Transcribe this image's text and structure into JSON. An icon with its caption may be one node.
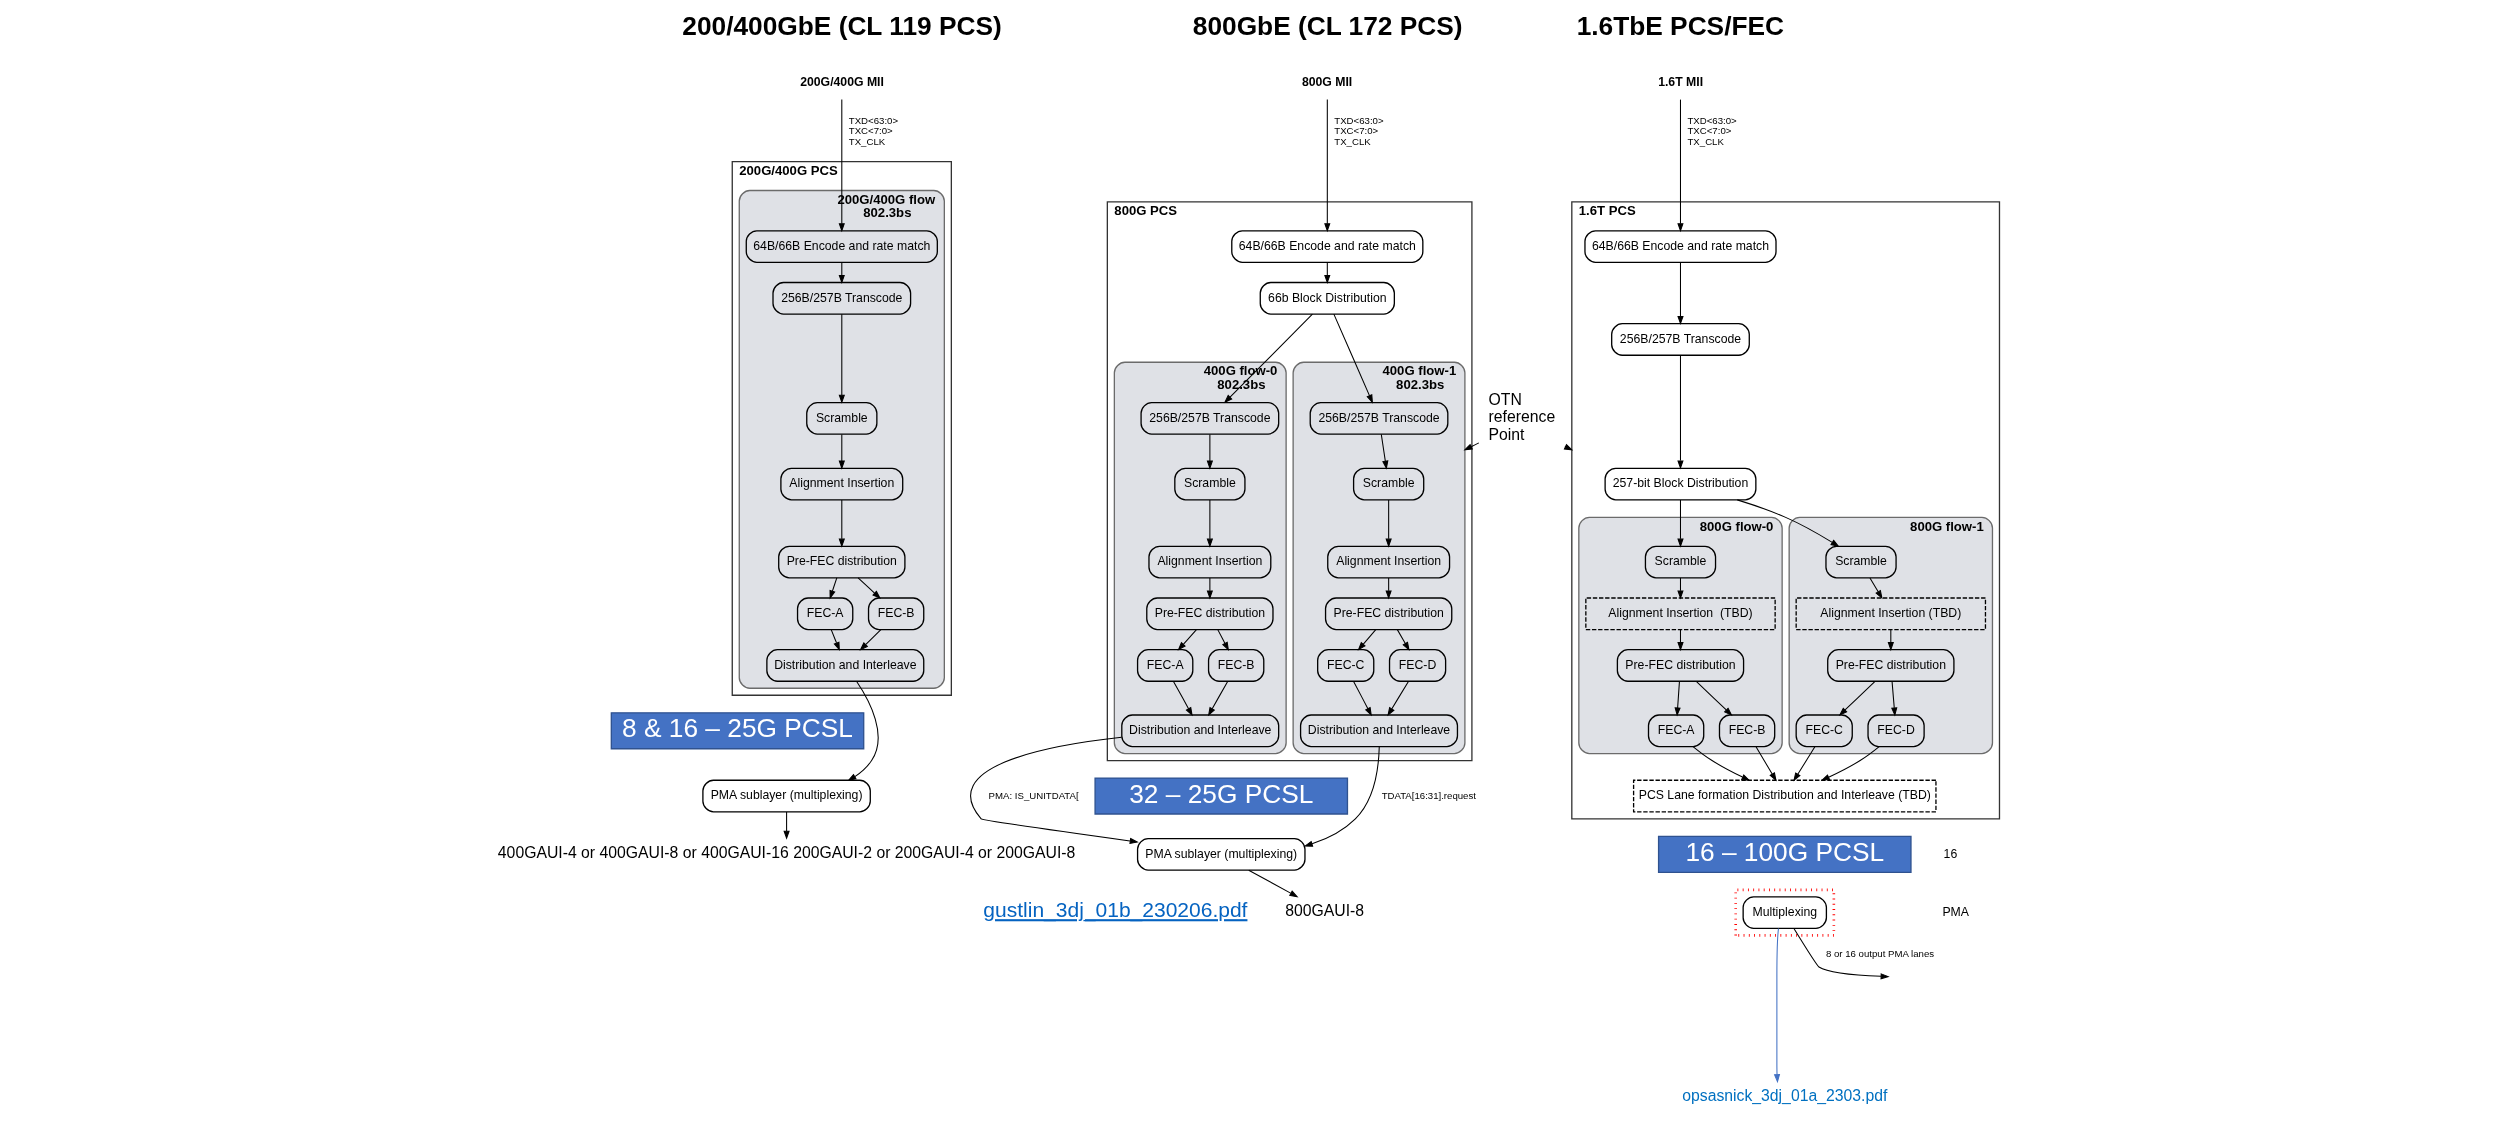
{
  "diagram": {
    "nodes": [
      {
        "text": [
          "200G/400G MII"
        ]
      },
      {
        "text": [
          "200G/400G PCS"
        ]
      },
      {
        "text": [
          "200G/400G flow",
          "802.3bs"
        ],
        "in": 1
      },
      {
        "text": [
          "64B/66B Encode and rate match"
        ],
        "in": 2
      },
      {
        "text": [
          "256B/257B Transcode"
        ],
        "in": 2
      },
      {
        "text": [
          "Scramble"
        ],
        "in": 2
      },
      {
        "text": [
          "Alignment Insertion"
        ],
        "in": 2
      },
      {
        "text": [
          "Pre-FEC distribution"
        ],
        "in": 2
      },
      {
        "text": [
          "FEC-A"
        ],
        "in": 2
      },
      {
        "text": [
          "FEC-B"
        ],
        "in": 2
      },
      {
        "text": [
          "Distribution and Interleave"
        ],
        "in": 2
      },
      {
        "text": [
          "8 & 16 – 25G PCSL"
        ]
      },
      {
        "text": [
          "PMA sublayer (multiplexing)"
        ]
      },
      {
        "text": [
          "400GAUI-4 or 400GAUI-8 or 400GAUI-16 200GAUI-2 or 200GAUI-4 or 200GAUI-8"
        ]
      },
      {
        "text": [
          "800G MII"
        ]
      },
      {
        "text": [
          "800G PCS"
        ]
      },
      {
        "text": [
          "64B/66B Encode and rate match"
        ],
        "in": 15
      },
      {
        "text": [
          "66b Block Distribution"
        ],
        "in": 15
      },
      {
        "text": [
          "400G flow-0",
          "802.3bs"
        ],
        "in": 15
      },
      {
        "text": [
          "256B/257B Transcode"
        ],
        "in": 18
      },
      {
        "text": [
          "Scramble"
        ],
        "in": 18
      },
      {
        "text": [
          "Alignment Insertion"
        ],
        "in": 18
      },
      {
        "text": [
          "Pre-FEC distribution"
        ],
        "in": 18
      },
      {
        "text": [
          "FEC-A"
        ],
        "in": 18
      },
      {
        "text": [
          "FEC-B"
        ],
        "in": 18
      },
      {
        "text": [
          "Distribution and Interleave"
        ],
        "in": 18
      },
      {
        "text": [
          "400G flow-1",
          "802.3bs"
        ],
        "in": 15
      },
      {
        "text": [
          "256B/257B Transcode"
        ],
        "in": 26
      },
      {
        "text": [
          "Scramble"
        ],
        "in": 26
      },
      {
        "text": [
          "Alignment Insertion"
        ],
        "in": 26
      },
      {
        "text": [
          "Pre-FEC distribution"
        ],
        "in": 26
      },
      {
        "text": [
          "FEC-C"
        ],
        "in": 26
      },
      {
        "text": [
          "FEC-D"
        ],
        "in": 26
      },
      {
        "text": [
          "Distribution and Interleave"
        ],
        "in": 26
      },
      {
        "text": [
          "32 – 25G PCSL"
        ]
      },
      {
        "text": [
          "PMA sublayer (multiplexing)"
        ]
      },
      {
        "text": [
          "800GAUI-8"
        ]
      },
      {
        "text": [
          "OTN reference Point"
        ]
      },
      {
        "text": [
          "1.6T MII"
        ]
      },
      {
        "text": [
          "1.6T PCS"
        ]
      },
      {
        "text": [
          "64B/66B Encode and rate match"
        ],
        "in": 39
      },
      {
        "text": [
          "256B/257B Transcode"
        ],
        "in": 39
      },
      {
        "text": [
          "257-bit Block Distribution"
        ],
        "in": 39
      },
      {
        "text": [
          "800G flow-0"
        ],
        "in": 39
      },
      {
        "text": [
          "Scramble"
        ],
        "in": 43
      },
      {
        "text": [
          "Alignment Insertion  (TBD)"
        ],
        "in": 43
      },
      {
        "text": [
          "Pre-FEC distribution"
        ],
        "in": 43
      },
      {
        "text": [
          "FEC-A"
        ],
        "in": 43
      },
      {
        "text": [
          "FEC-B"
        ],
        "in": 43
      },
      {
        "text": [
          "800G flow-1"
        ],
        "in": 39
      },
      {
        "text": [
          "Scramble"
        ],
        "in": 49
      },
      {
        "text": [
          "Alignment Insertion (TBD)"
        ],
        "in": 49
      },
      {
        "text": [
          "Pre-FEC distribution"
        ],
        "in": 49
      },
      {
        "text": [
          "FEC-C"
        ],
        "in": 49
      },
      {
        "text": [
          "FEC-D"
        ],
        "in": 49
      },
      {
        "text": [
          "PCS Lane formation Distribution and Interleave (TBD)"
        ],
        "in": 39
      },
      {
        "text": [
          "16 – 100G PCSL"
        ]
      },
      {
        "text": [],
        "shape": "box"
      },
      {
        "text": [
          "Multiplexing"
        ],
        "in": 57
      },
      {
        "text": [
          "opsasnick_3dj_01a_2303.pdf"
        ]
      }
    ],
    "edges": [
      {
        "from": 0,
        "to": 3,
        "arrow": "to",
        "label": "TXD<63:0> TXC<7:0> TX_CLK"
      },
      {
        "from": 3,
        "to": 4,
        "arrow": "to"
      },
      {
        "from": 4,
        "to": 5,
        "arrow": "to"
      },
      {
        "from": 5,
        "to": 6,
        "arrow": "to"
      },
      {
        "from": 6,
        "to": 7,
        "arrow": "to"
      },
      {
        "from": 7,
        "to": 8,
        "arrow": "to"
      },
      {
        "from": 7,
        "to": 9,
        "arrow": "to"
      },
      {
        "from": 8,
        "to": 10,
        "arrow": "to"
      },
      {
        "from": 9,
        "to": 10,
        "arrow": "to"
      },
      {
        "from": 10,
        "to": 12,
        "arrow": "to"
      },
      {
        "from": 12,
        "to": 13,
        "arrow": "to"
      },
      {
        "from": 14,
        "to": 16,
        "arrow": "to",
        "label": "TXD<63:0> TXC<7:0> TX_CLK"
      },
      {
        "from": 16,
        "to": 17,
        "arrow": "to"
      },
      {
        "from": 17,
        "to": 19,
        "arrow": "to"
      },
      {
        "from": 19,
        "to": 20,
        "arrow": "to"
      },
      {
        "from": 20,
        "to": 21,
        "arrow": "to"
      },
      {
        "from": 21,
        "to": 22,
        "arrow": "to"
      },
      {
        "from": 22,
        "to": 23,
        "arrow": "to"
      },
      {
        "from": 22,
        "to": 24,
        "arrow": "to"
      },
      {
        "from": 23,
        "to": 25,
        "arrow": "to"
      },
      {
        "from": 24,
        "to": 25,
        "arrow": "to"
      },
      {
        "from": 17,
        "to": 27,
        "arrow": "to"
      },
      {
        "from": 27,
        "to": 28,
        "arrow": "to"
      },
      {
        "from": 28,
        "to": 29,
        "arrow": "to"
      },
      {
        "from": 29,
        "to": 30,
        "arrow": "to"
      },
      {
        "from": 30,
        "to": 31,
        "arrow": "to"
      },
      {
        "from": 30,
        "to": 32,
        "arrow": "to"
      },
      {
        "from": 31,
        "to": 33,
        "arrow": "to"
      },
      {
        "from": 32,
        "to": 33,
        "arrow": "to"
      },
      {
        "from": 25,
        "to": 35,
        "arrow": "to",
        "label": "PMA: IS_UNITDATA["
      },
      {
        "from": 33,
        "to": 35,
        "arrow": "to",
        "label": "TDATA[16:31].request"
      },
      {
        "from": 35,
        "to": 36,
        "arrow": "to"
      },
      {
        "from": 37,
        "to": 26,
        "arrow": "to"
      },
      {
        "from": 37,
        "to": 39,
        "arrow": "to"
      },
      {
        "from": 38,
        "to": 40,
        "arrow": "to",
        "label": "TXD<63:0> TXC<7:0> TX_CLK"
      },
      {
        "from": 40,
        "to": 41,
        "arrow": "to"
      },
      {
        "from": 41,
        "to": 42,
        "arrow": "to"
      },
      {
        "from": 42,
        "to": 44,
        "arrow": "to"
      },
      {
        "from": 44,
        "to": 45,
        "arrow": "to"
      },
      {
        "from": 45,
        "to": 46,
        "arrow": "to"
      },
      {
        "from": 46,
        "to": 47,
        "arrow": "to"
      },
      {
        "from": 46,
        "to": 48,
        "arrow": "to"
      },
      {
        "from": 42,
        "to": 50,
        "arrow": "to"
      },
      {
        "from": 50,
        "to": 51,
        "arrow": "to"
      },
      {
        "from": 51,
        "to": 52,
        "arrow": "to"
      },
      {
        "from": 52,
        "to": 53,
        "arrow": "to"
      },
      {
        "from": 52,
        "to": 54,
        "arrow": "to"
      },
      {
        "from": 47,
        "to": 55,
        "arrow": "to"
      },
      {
        "from": 48,
        "to": 55,
        "arrow": "to"
      },
      {
        "from": 53,
        "to": 55,
        "arrow": "to"
      },
      {
        "from": 54,
        "to": 55,
        "arrow": "to"
      },
      {
        "from": 58,
        "to": null,
        "arrow": "to",
        "label": "8 or 16 output PMA lanes"
      },
      {
        "from": 58,
        "to": 59,
        "arrow": "to",
        "color": "#4472c4"
      }
    ],
    "labels": [
      "200/400GbE (CL 119 PCS)",
      "800GbE (CL 172 PCS)",
      "1.6TbE PCS/FEC",
      "16",
      "PMA",
      "gustlin_3dj_01b_230206.pdf"
    ]
  }
}
